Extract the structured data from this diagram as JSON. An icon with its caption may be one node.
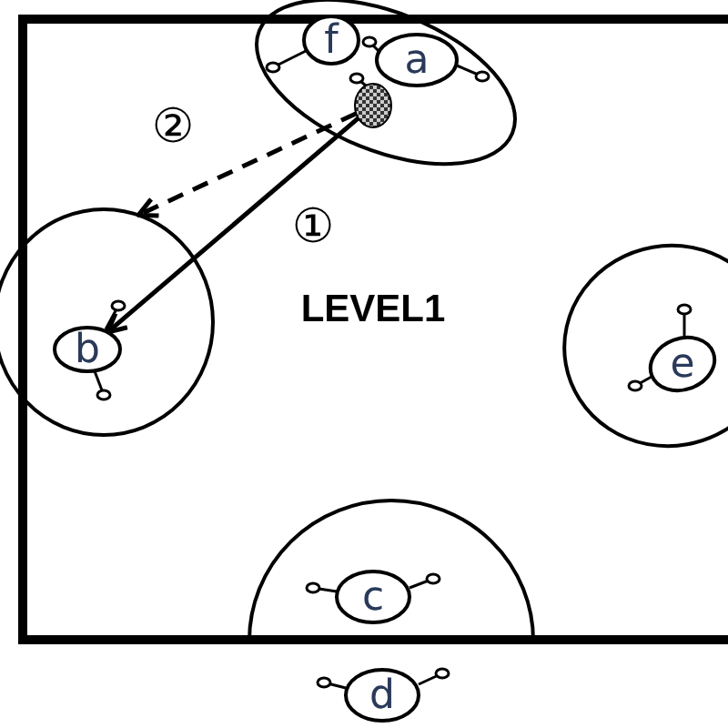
{
  "diagram": {
    "nodes": [
      {
        "text": [],
        "shape": "circle"
      },
      {
        "text": [
          "f"
        ],
        "in": 0
      },
      {
        "text": [
          "a"
        ],
        "in": 0
      },
      {
        "text": [],
        "shape": "circle",
        "in": 0
      },
      {
        "text": [],
        "shape": "circle"
      },
      {
        "text": [
          "b"
        ],
        "in": 4
      },
      {
        "text": [],
        "shape": "circle"
      },
      {
        "text": [
          "e"
        ],
        "in": 6
      },
      {
        "text": [],
        "shape": "circle"
      },
      {
        "text": [
          "c"
        ],
        "in": 8
      },
      {
        "text": [
          "d"
        ]
      }
    ],
    "edges": [
      {
        "from": 3,
        "to": 5,
        "arrow": "to",
        "label": "①"
      },
      {
        "from": 3,
        "to": 4,
        "arrow": "to",
        "label": "②",
        "style": "dashed"
      }
    ],
    "labels": [
      "LEVEL1"
    ]
  }
}
